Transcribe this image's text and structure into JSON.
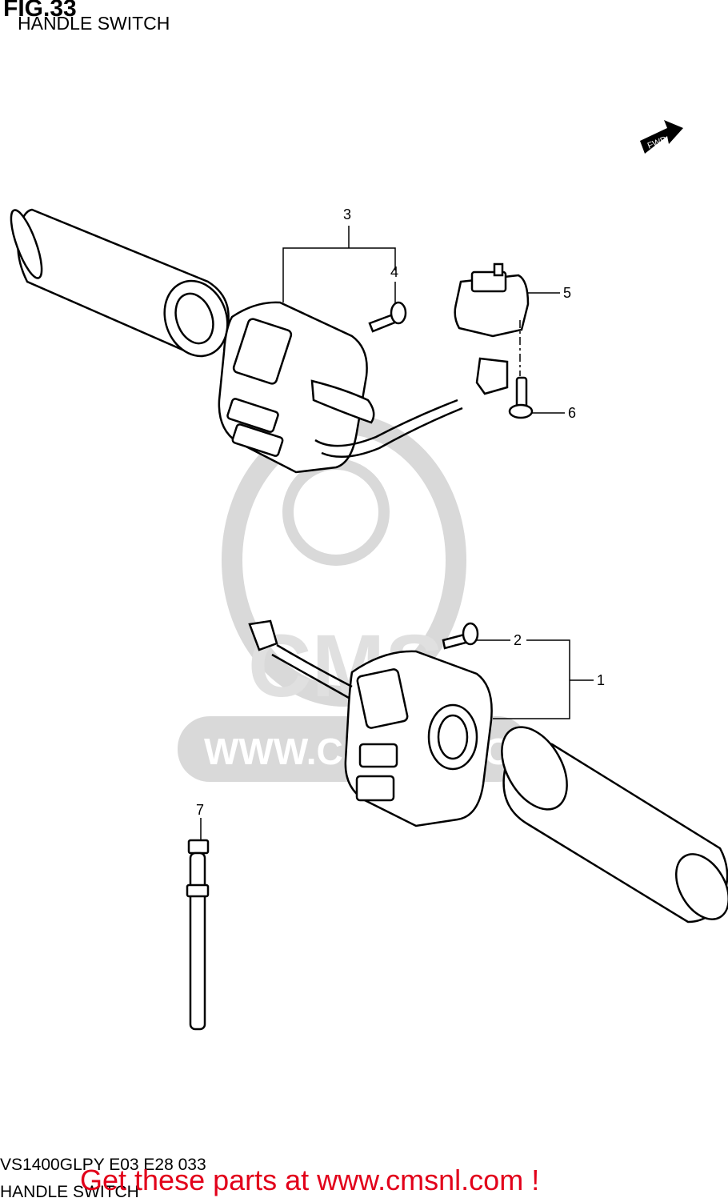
{
  "header": {
    "fig_label": "FIG.33",
    "subtitle": "HANDLE SWITCH"
  },
  "fwd_label": "FWD",
  "watermark": {
    "site": "WWW.CMSNL.COM",
    "logo": "CMS"
  },
  "callouts": [
    {
      "id": "1",
      "label": "1"
    },
    {
      "id": "2",
      "label": "2"
    },
    {
      "id": "3",
      "label": "3"
    },
    {
      "id": "4",
      "label": "4"
    },
    {
      "id": "5",
      "label": "5"
    },
    {
      "id": "6",
      "label": "6"
    },
    {
      "id": "7",
      "label": "7"
    }
  ],
  "footer": {
    "model_code": "VS1400GLPY E03 E28 033",
    "section": "HANDLE SWITCH",
    "cta": "Get these parts at www.cmsnl.com !"
  },
  "colors": {
    "cta": "#e2001a",
    "watermark": "#d9d9d9",
    "line": "#000000"
  }
}
